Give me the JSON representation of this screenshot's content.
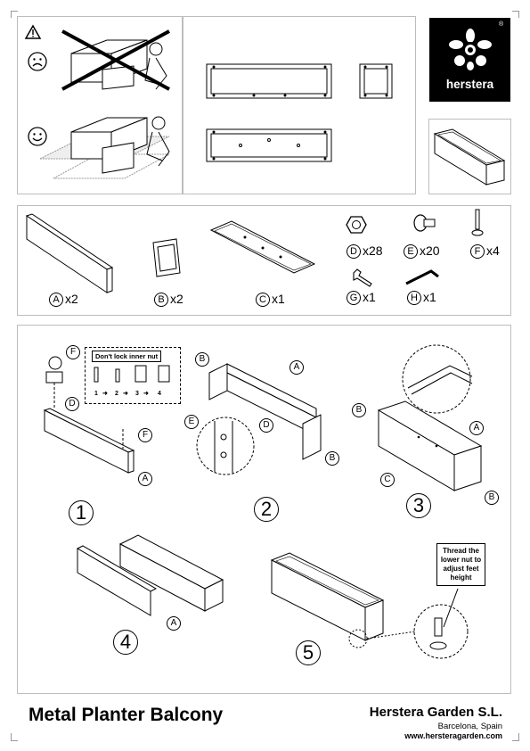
{
  "header": {
    "warning_icon": "warning-triangle-icon",
    "wrong_face": "sad-face-icon",
    "right_face": "happy-face-icon",
    "brand": "herstera",
    "registered": "®"
  },
  "parts": [
    {
      "letter": "A",
      "qty": "x2"
    },
    {
      "letter": "B",
      "qty": "x2"
    },
    {
      "letter": "C",
      "qty": "x1"
    },
    {
      "letter": "D",
      "qty": "x28"
    },
    {
      "letter": "E",
      "qty": "x20"
    },
    {
      "letter": "F",
      "qty": "x4"
    },
    {
      "letter": "G",
      "qty": "x1"
    },
    {
      "letter": "H",
      "qty": "x1"
    }
  ],
  "steps": {
    "s1": "1",
    "s2": "2",
    "s3": "3",
    "s4": "4",
    "s5": "5",
    "note_title": "Don't lock inner nut",
    "seq": [
      "1",
      "2",
      "3",
      "4"
    ],
    "thread_note": "Thread the lower nut to adjust feet height",
    "callouts": {
      "A": "A",
      "B": "B",
      "C": "C",
      "D": "D",
      "E": "E",
      "F": "F"
    }
  },
  "footer": {
    "title": "Metal Planter Balcony",
    "company": "Herstera Garden S.L.",
    "city": "Barcelona, Spain",
    "url": "www.hersteragarden.com"
  }
}
